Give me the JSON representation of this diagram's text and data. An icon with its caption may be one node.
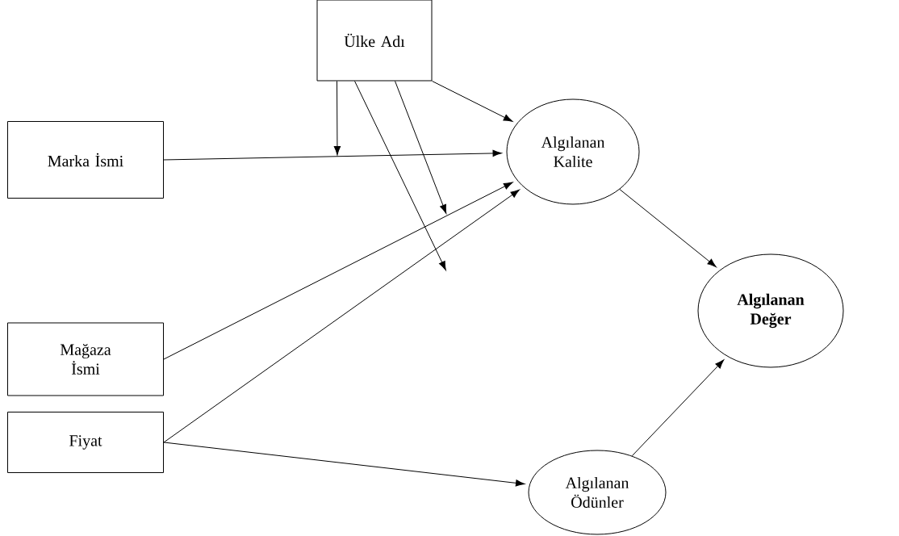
{
  "diagram": {
    "nodes": [
      {
        "text": [
          "Ülke Adı"
        ]
      },
      {
        "text": [
          "Marka İsmi"
        ]
      },
      {
        "text": [
          "Mağaza İsmi"
        ]
      },
      {
        "text": [
          "Fiyat"
        ]
      },
      {
        "text": [
          "Algılanan Kalite"
        ]
      },
      {
        "text": [
          "Algılanan Değer"
        ]
      },
      {
        "text": [
          "Algılanan Ödünler"
        ]
      }
    ],
    "edges": [
      {
        "from": 0,
        "to": 4,
        "arrow": "to"
      },
      {
        "from": 1,
        "to": 4,
        "arrow": "to"
      },
      {
        "from": 0,
        "to": null,
        "arrow": "to"
      },
      {
        "from": 0,
        "to": null,
        "arrow": "to"
      },
      {
        "from": 0,
        "to": null,
        "arrow": "to"
      },
      {
        "from": 2,
        "to": 4,
        "arrow": "to"
      },
      {
        "from": 3,
        "to": 4,
        "arrow": "to"
      },
      {
        "from": 3,
        "to": 6,
        "arrow": "to"
      },
      {
        "from": 4,
        "to": 5,
        "arrow": "to"
      },
      {
        "from": 6,
        "to": 5,
        "arrow": "to"
      }
    ]
  }
}
